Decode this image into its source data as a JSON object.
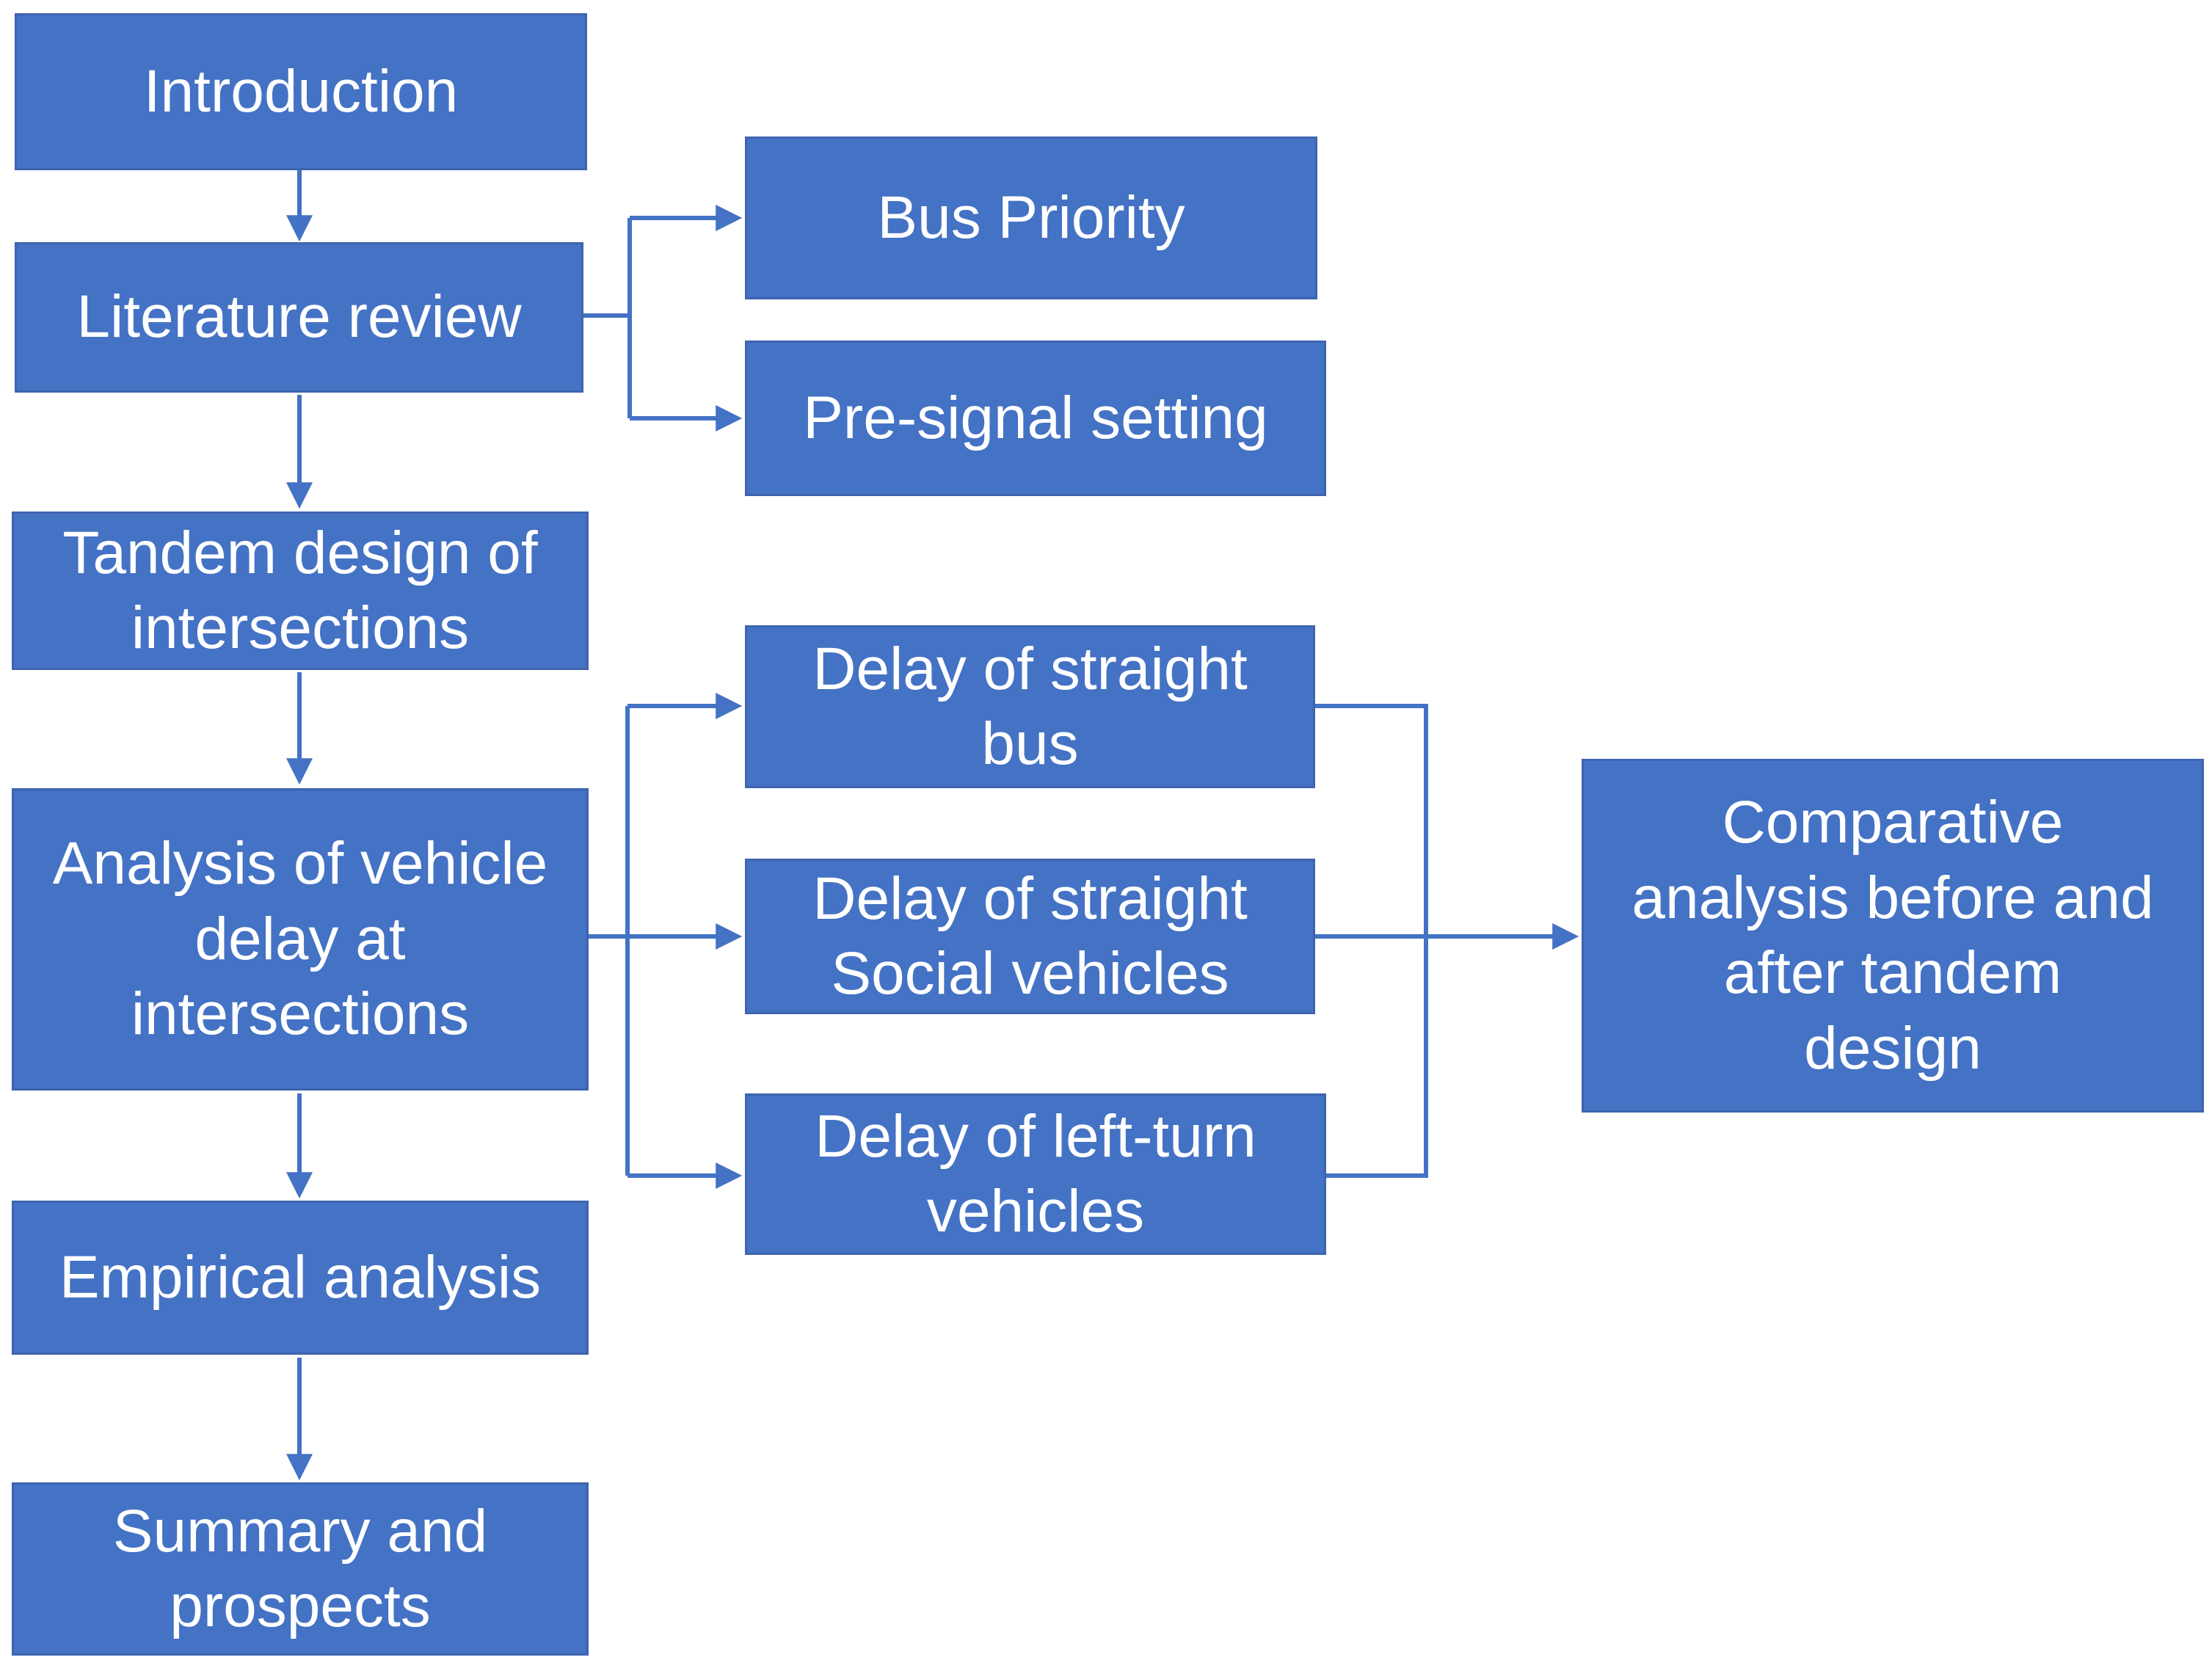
{
  "theme": {
    "bg": "#FFFFFF",
    "fill": "#4472C4",
    "border": "#3E64AE",
    "line": "#4472C4",
    "text": "#FFFFFF"
  },
  "diagram": {
    "title": "Research framework flowchart",
    "nodes": {
      "introduction": {
        "label": "Introduction"
      },
      "literature_review": {
        "label": "Literature review"
      },
      "bus_priority": {
        "label": "Bus Priority"
      },
      "pre_signal_setting": {
        "label": "Pre-signal setting"
      },
      "tandem_design": {
        "label": "Tandem design of\nintersections"
      },
      "analysis_delay": {
        "label": "Analysis of vehicle\ndelay at\nintersections"
      },
      "delay_straight_bus": {
        "label": "Delay of straight\nbus"
      },
      "delay_straight_social": {
        "label": "Delay of straight\nSocial vehicles"
      },
      "delay_left_turn": {
        "label": "Delay of left-turn\nvehicles"
      },
      "comparative": {
        "label": "Comparative\nanalysis before and\nafter tandem\ndesign"
      },
      "empirical": {
        "label": "Empirical analysis"
      },
      "summary": {
        "label": "Summary and\nprospects"
      }
    },
    "edges": [
      {
        "from": "introduction",
        "to": "literature_review"
      },
      {
        "from": "literature_review",
        "to": "bus_priority"
      },
      {
        "from": "literature_review",
        "to": "pre_signal_setting"
      },
      {
        "from": "literature_review",
        "to": "tandem_design"
      },
      {
        "from": "tandem_design",
        "to": "analysis_delay"
      },
      {
        "from": "analysis_delay",
        "to": "delay_straight_bus"
      },
      {
        "from": "analysis_delay",
        "to": "delay_straight_social"
      },
      {
        "from": "analysis_delay",
        "to": "delay_left_turn"
      },
      {
        "from": "delay_straight_bus",
        "to": "comparative"
      },
      {
        "from": "delay_straight_social",
        "to": "comparative"
      },
      {
        "from": "delay_left_turn",
        "to": "comparative"
      },
      {
        "from": "analysis_delay",
        "to": "empirical"
      },
      {
        "from": "empirical",
        "to": "summary"
      }
    ]
  }
}
